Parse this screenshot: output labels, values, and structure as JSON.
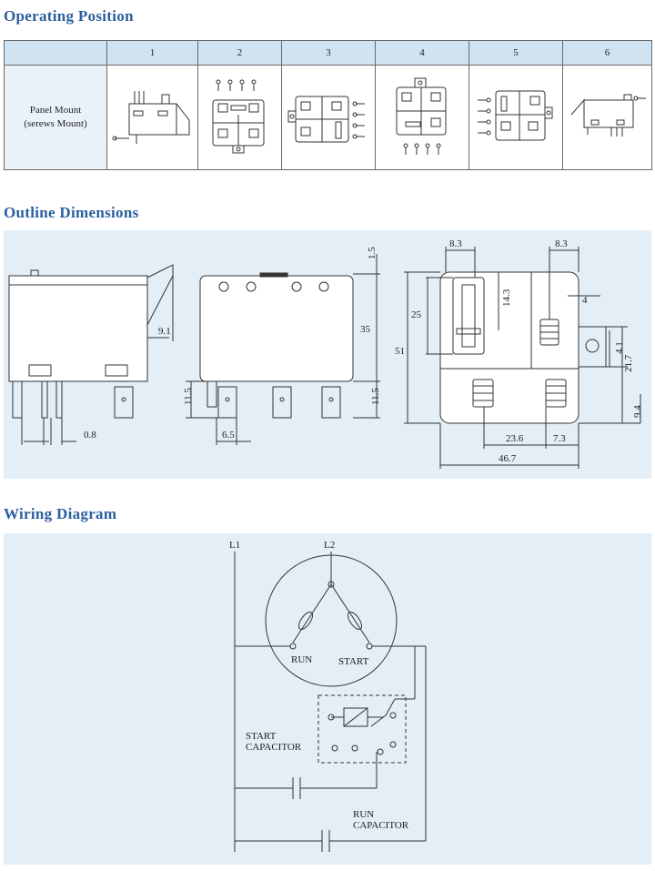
{
  "sections": {
    "operating_position": "Operating Position",
    "outline_dimensions": "Outline Dimensions",
    "wiring_diagram": "Wiring Diagram"
  },
  "operating_table": {
    "columns": [
      "1",
      "2",
      "3",
      "4",
      "5",
      "6"
    ],
    "row_label_line1": "Panel Mount",
    "row_label_line2": "(serews Mount)"
  },
  "dimensions": {
    "side_left": {
      "width_label": "9.1",
      "pin_label": "0.8"
    },
    "front": {
      "top_label": "35",
      "pin_height_left": "11.5",
      "pin_height_right": "11.5",
      "pin_pitch": "6.5",
      "top_offset": "1.5"
    },
    "bottom": {
      "d_8_3_left": "8.3",
      "d_8_3_right": "8.3",
      "d_25": "25",
      "d_14_3": "14.3",
      "d_4": "4",
      "d_51": "51",
      "d_4_1": "4.1",
      "d_21_7": "21.7",
      "d_9_4": "9.4",
      "d_23_6": "23.6",
      "d_7_3": "7.3",
      "d_46_7": "46.7"
    }
  },
  "wiring": {
    "l1": "L1",
    "l2": "L2",
    "run": "RUN",
    "start": "START",
    "start_capacitor_line1": "START",
    "start_capacitor_line2": "CAPACITOR",
    "run_capacitor_line1": "RUN",
    "run_capacitor_line2": "CAPACITOR"
  },
  "colors": {
    "title_blue": "#2a5f9e",
    "header_blue": "#cfe3f3",
    "panel_blue": "#e3eef7"
  }
}
